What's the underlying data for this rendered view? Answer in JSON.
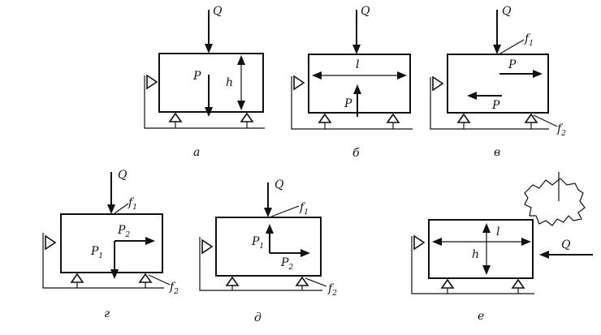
{
  "panels": [
    {
      "caption": "а",
      "labels": {
        "q": "Q",
        "p": "P",
        "h": "h"
      }
    },
    {
      "caption": "б",
      "labels": {
        "q": "Q",
        "l": "l",
        "p": "P"
      }
    },
    {
      "caption": "в",
      "labels": {
        "q": "Q",
        "f1": "f",
        "f1_sub": "1",
        "p_top": "P",
        "p_bot": "P",
        "f2": "f",
        "f2_sub": "2"
      }
    },
    {
      "caption": "г",
      "labels": {
        "q": "Q",
        "f1": "f",
        "f1_sub": "1",
        "p2": "P",
        "p2_sub": "2",
        "p1": "P",
        "p1_sub": "1",
        "f2": "f",
        "f2_sub": "2"
      }
    },
    {
      "caption": "д",
      "labels": {
        "q": "Q",
        "f1": "f",
        "f1_sub": "1",
        "p1": "P",
        "p1_sub": "1",
        "p2": "P",
        "p2_sub": "2",
        "f2": "f",
        "f2_sub": "2"
      }
    },
    {
      "caption": "е",
      "labels": {
        "q": "Q",
        "l": "l",
        "h": "h"
      }
    }
  ],
  "colors": {
    "ink": "#111111",
    "paper": "#ffffff"
  }
}
